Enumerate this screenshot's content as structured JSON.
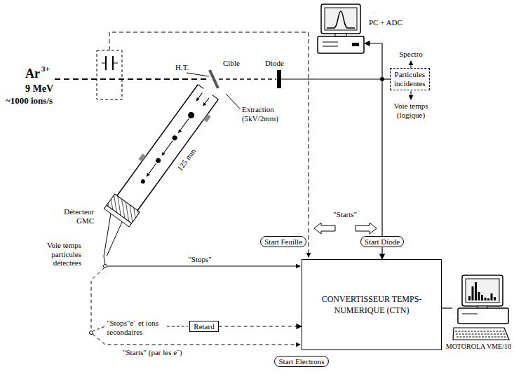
{
  "diagram": {
    "nodes": [
      {
        "text": [
          "PC + ADC"
        ]
      },
      {
        "text": [
          "Particules incidentes"
        ]
      },
      {
        "text": [
          "Start Feuille"
        ]
      },
      {
        "text": [
          "Start Diode"
        ]
      },
      {
        "text": [
          "CONVERTISSEUR TEMPS-NUMERIQUE (CTN)"
        ]
      },
      {
        "text": [
          "Retard"
        ]
      },
      {
        "text": [
          "Start Electrons"
        ]
      },
      {
        "text": [
          "MOTOROLA VME/10"
        ]
      }
    ],
    "edges": [
      {
        "from": 0,
        "to": 4,
        "arrow": "both"
      },
      {
        "from": 5,
        "to": 4,
        "arrow": "to"
      },
      {
        "from": 4,
        "to": 7,
        "arrow": "none"
      }
    ],
    "labels": [
      "Ar",
      "3+",
      "9 MeV",
      "~1000 ions/s",
      "H.T.",
      "Cible",
      "Diode",
      "Extraction (5kV/2mm)",
      "125 mm",
      "Détecteur GMC",
      "Spectro",
      "Voie temps (logique)",
      "\"Starts\"",
      "\"Stops\"",
      "Voie temps particules détectées",
      "\"Stops\"e⁻ et ions secondaires",
      "\"Starts\" (par les e⁻)"
    ]
  }
}
